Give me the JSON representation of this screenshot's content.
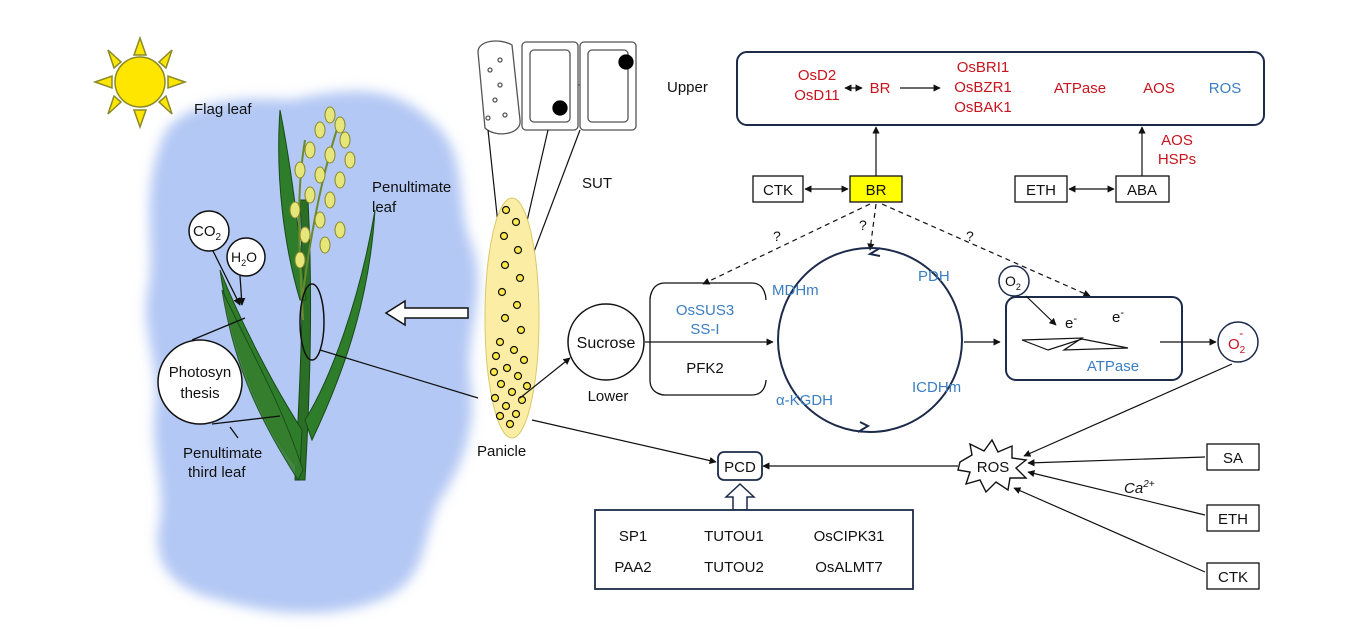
{
  "plant": {
    "flag_leaf": "Flag leaf",
    "penultimate_leaf_1": "Penultimate",
    "penultimate_leaf_2": "leaf",
    "co2": "CO",
    "co2_sub": "2",
    "h2o_h": "H",
    "h2o_sub": "2",
    "h2o_o": "O",
    "photosynthesis_1": "Photosyn",
    "photosynthesis_2": "thesis",
    "penultimate_third_1": "Penultimate",
    "penultimate_third_2": "third leaf",
    "sut": "SUT",
    "panicle": "Panicle"
  },
  "upper": {
    "label": "Upper",
    "osd2": "OsD2",
    "osd11": "OsD11",
    "br": "BR",
    "osbri1": "OsBRI1",
    "osbzr1": "OsBZR1",
    "osbak1": "OsBAK1",
    "atpase": "ATPase",
    "aos": "AOS",
    "ros": "ROS"
  },
  "aba_effects": {
    "aos": "AOS",
    "hsps": "HSPs"
  },
  "hormones": {
    "ctk": "CTK",
    "br": "BR",
    "eth": "ETH",
    "aba": "ABA"
  },
  "question_mark": "?",
  "lower": {
    "sucrose": "Sucrose",
    "lower_label": "Lower",
    "ossus3": "OsSUS3",
    "ss1": "SS-I",
    "pfk2": "PFK2"
  },
  "tca": {
    "mdhm": "MDHm",
    "pdh": "PDH",
    "icdhm": "ICDHm",
    "akgdh": "α-KGDH"
  },
  "etc": {
    "o2": "O",
    "o2_sub": "2",
    "electron": "e",
    "electron_sup": "-",
    "atpase": "ATPase",
    "superoxide": "O",
    "superoxide_sub": "2",
    "superoxide_sup": "-"
  },
  "ros_node": "ROS",
  "ros_inputs": {
    "sa": "SA",
    "eth": "ETH",
    "ctk": "CTK",
    "ca": "Ca",
    "ca_sup": "2+"
  },
  "pcd": {
    "label": "PCD",
    "genes": {
      "sp1": "SP1",
      "paa2": "PAA2",
      "tutou1": "TUTOU1",
      "tutou2": "TUTOU2",
      "oscipk31": "OsCIPK31",
      "osalmt7": "OsALMT7"
    }
  },
  "colors": {
    "red": "#c8141e",
    "blue": "#3b7ec0",
    "navy": "#1c2b4a",
    "blob": "#b3c8f4",
    "leaf": "#2e7d2a",
    "grain": "#e6e67a",
    "sun": "#ffe600",
    "br_fill": "#ffff00",
    "panicle": "#fbeea4"
  }
}
